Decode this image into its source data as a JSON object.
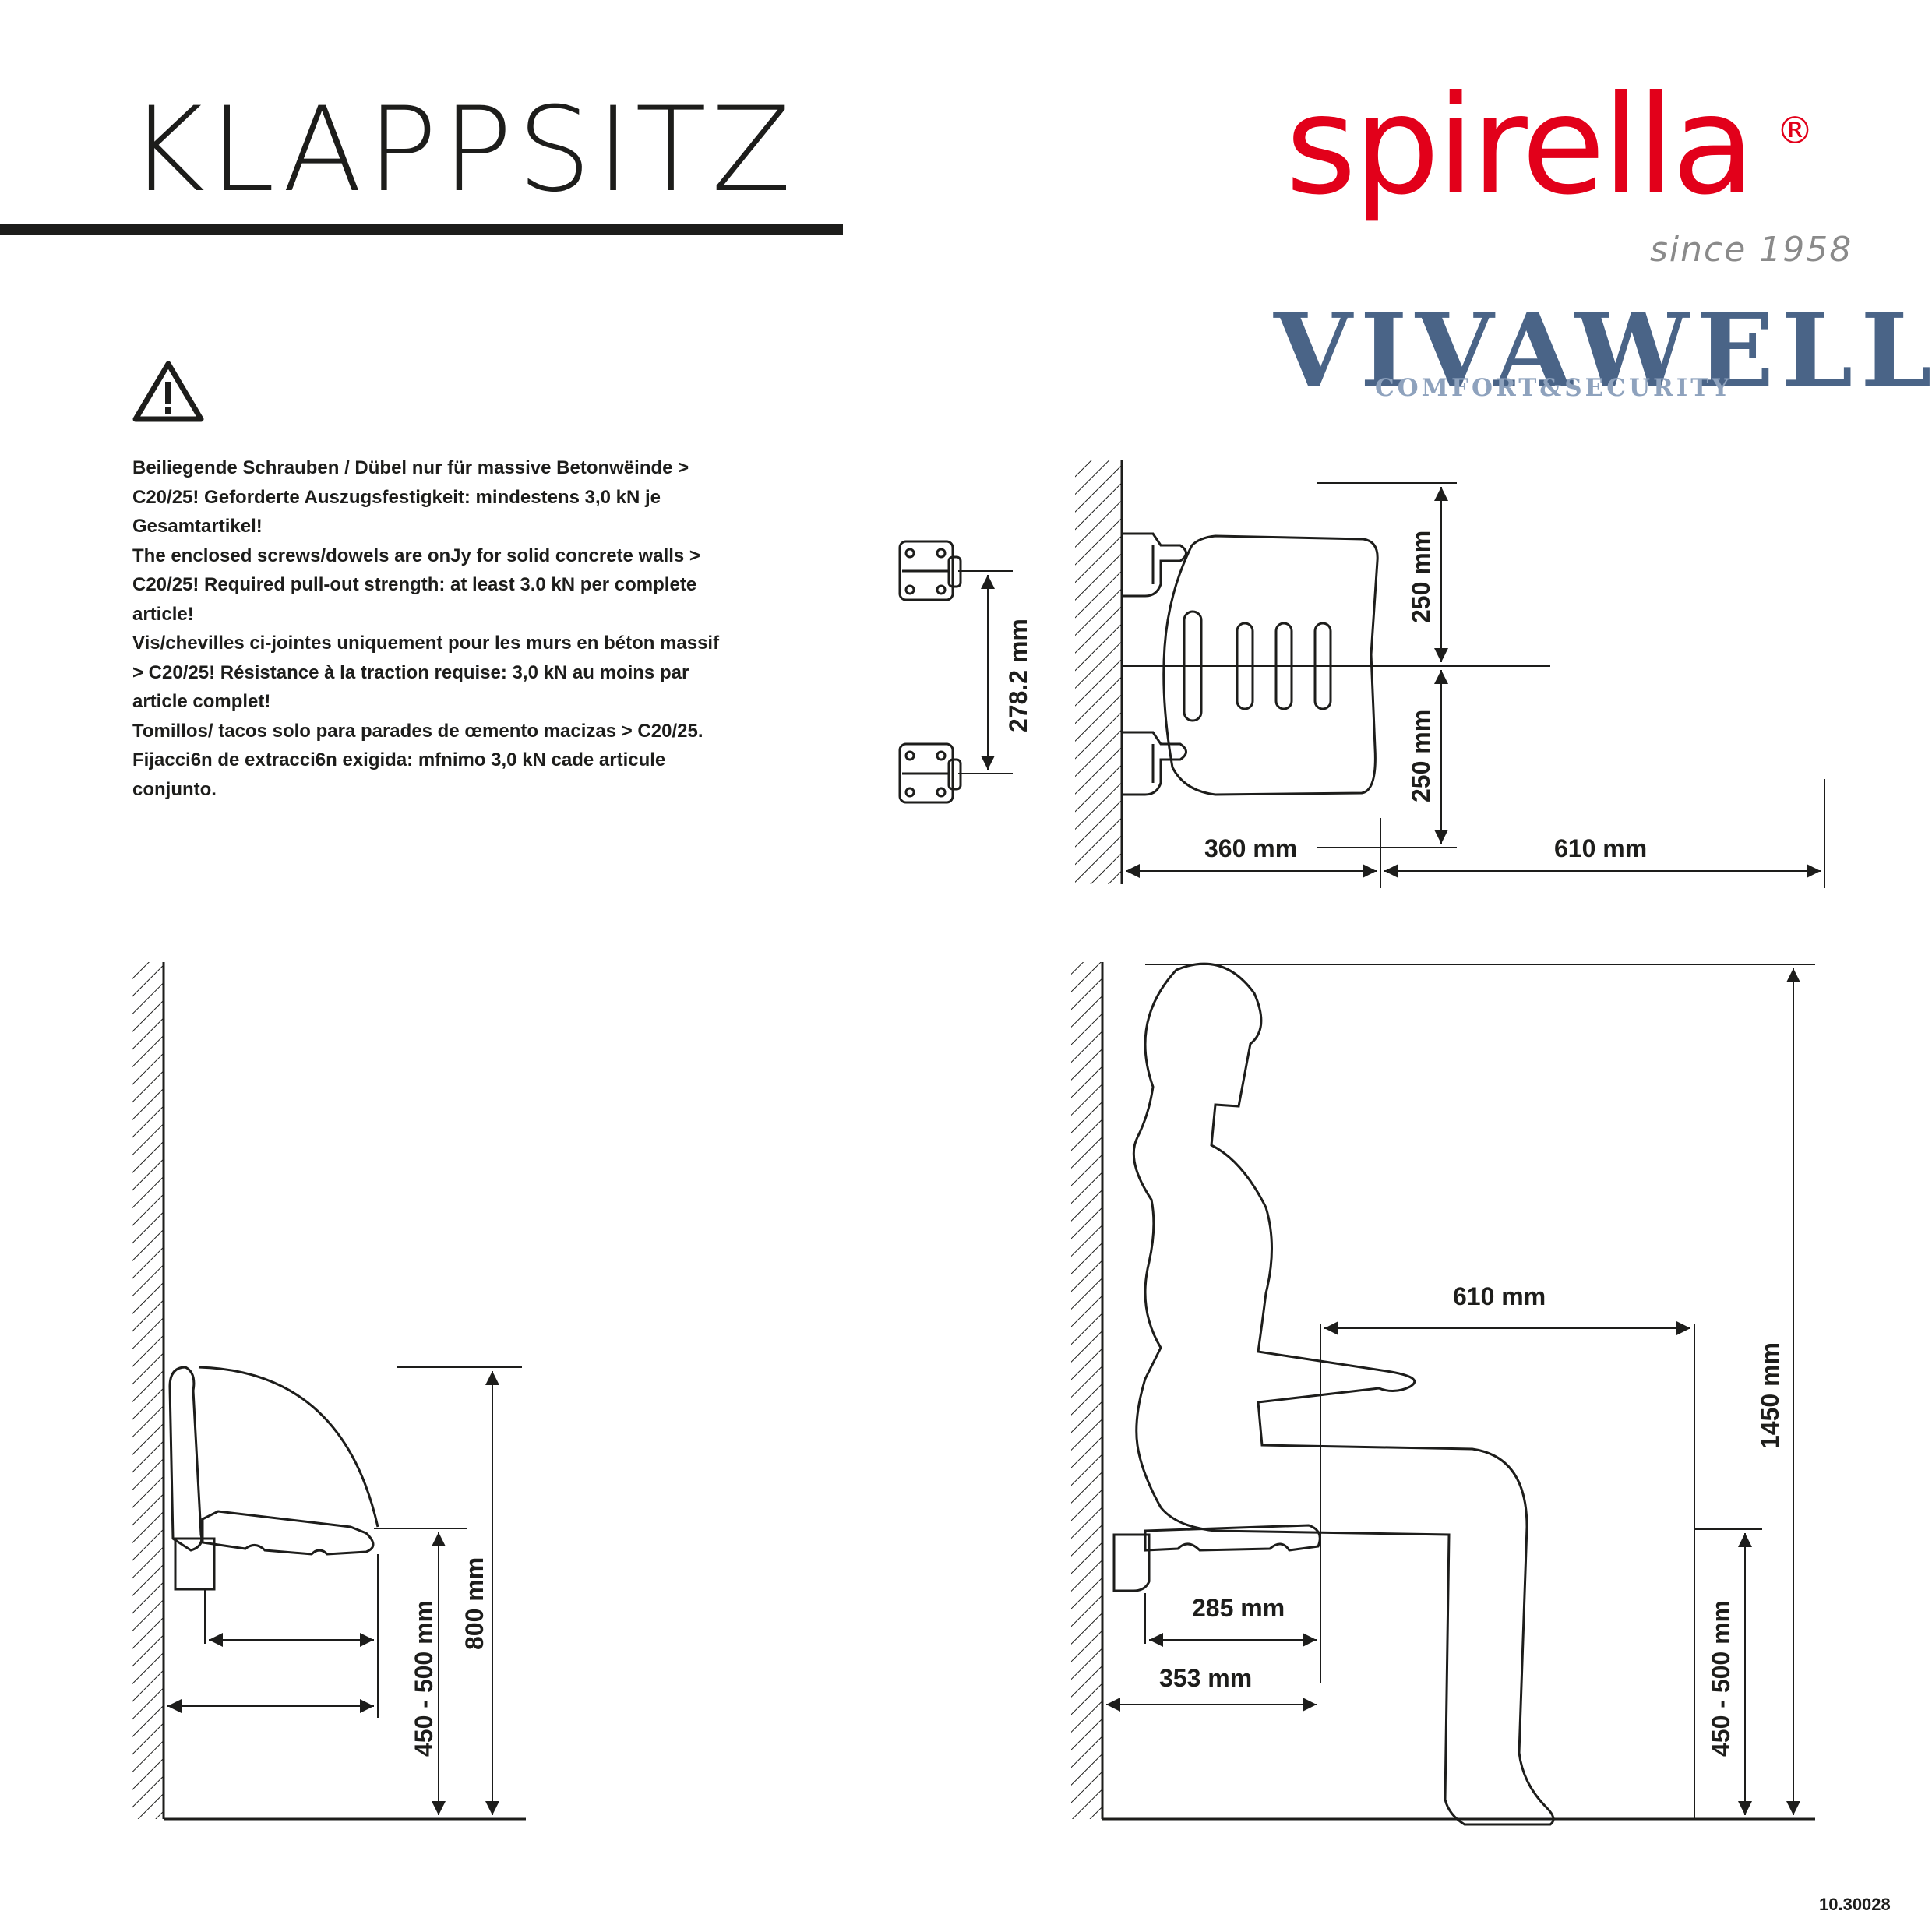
{
  "title": "KLAPPSITZ",
  "brand": {
    "name": "spirella",
    "registered": "®",
    "since": "since 1958",
    "sub_brand": "VIVAWELL",
    "sub_brand_tagline": "COMFORT&SECURITY"
  },
  "warning_icon": "warning-triangle-icon",
  "notice": {
    "de": "Beiliegende Schrauben / Dübel nur für massive Betonwëinde > C20/25! Geforderte Auszugsfestigkeit: mindestens 3,0 kN je Gesamtartikel!",
    "en": "The enclosed screws/dowels are onJy for solid concrete walls > C20/25! Required pull-out strength: at least 3.0 kN per complete article!",
    "fr": "Vis/chevilles ci-jointes uniquement pour les murs en béton massif > C20/25! Résistance à la traction requise: 3,0 kN au moins par article complet!",
    "es": "Tomillos/ tacos solo para parades de œmento macizas > C20/25. Fijacci6n de extracci6n exigida: mfnimo 3,0 kN cade articule conjunto."
  },
  "dimensions": {
    "bracket_spacing": "278.2 mm",
    "back_upper": "250 mm",
    "back_lower": "250 mm",
    "seat_width": "360 mm",
    "clearance_front": "610 mm",
    "folded_seat_height": "450 - 500 mm",
    "folded_total_height": "800 mm",
    "user_reach": "610 mm",
    "user_height": "1450 mm",
    "user_seat_height": "450 - 500 mm",
    "seat_depth_inner": "285 mm",
    "seat_depth_total": "353 mm"
  },
  "article_number": "10.30028"
}
